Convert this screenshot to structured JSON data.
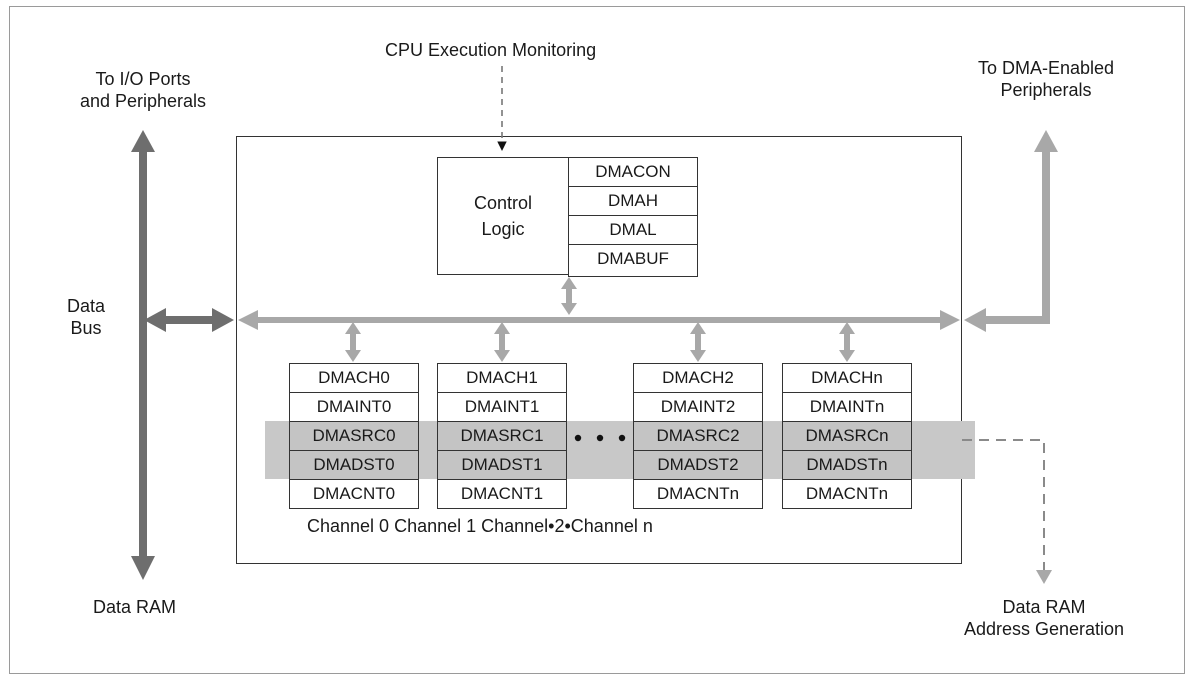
{
  "labels": {
    "cpu_monitor": "CPU Execution Monitoring",
    "io_ports_line1": "To I/O Ports",
    "io_ports_line2": "and Peripherals",
    "dma_periph_line1": "To DMA-Enabled",
    "dma_periph_line2": "Peripherals",
    "data_bus_line1": "Data",
    "data_bus_line2": "Bus",
    "data_ram": "Data RAM",
    "ram_addr_line1": "Data RAM",
    "ram_addr_line2": "Address Generation",
    "control_line1": "Control",
    "control_line2": "Logic",
    "channel_caption": "Channel 0 Channel 1 Channel•2•Channel n"
  },
  "control_registers": [
    "DMACON",
    "DMAH",
    "DMAL",
    "DMABUF"
  ],
  "channels": [
    {
      "registers": [
        "DMACH0",
        "DMAINT0",
        "DMASRC0",
        "DMADST0",
        "DMACNT0"
      ]
    },
    {
      "registers": [
        "DMACH1",
        "DMAINT1",
        "DMASRC1",
        "DMADST1",
        "DMACNT1"
      ]
    },
    {
      "registers": [
        "DMACH2",
        "DMAINT2",
        "DMASRC2",
        "DMADST2",
        "DMACNTn"
      ]
    },
    {
      "registers": [
        "DMACHn",
        "DMAINTn",
        "DMASRCn",
        "DMADSTn",
        "DMACNTn"
      ]
    }
  ],
  "colors": {
    "dark_arrow": "#6e6e6e",
    "light_arrow": "#a8a8a8",
    "shade": "#c8c8c8",
    "dashed": "#8a8a8a"
  }
}
